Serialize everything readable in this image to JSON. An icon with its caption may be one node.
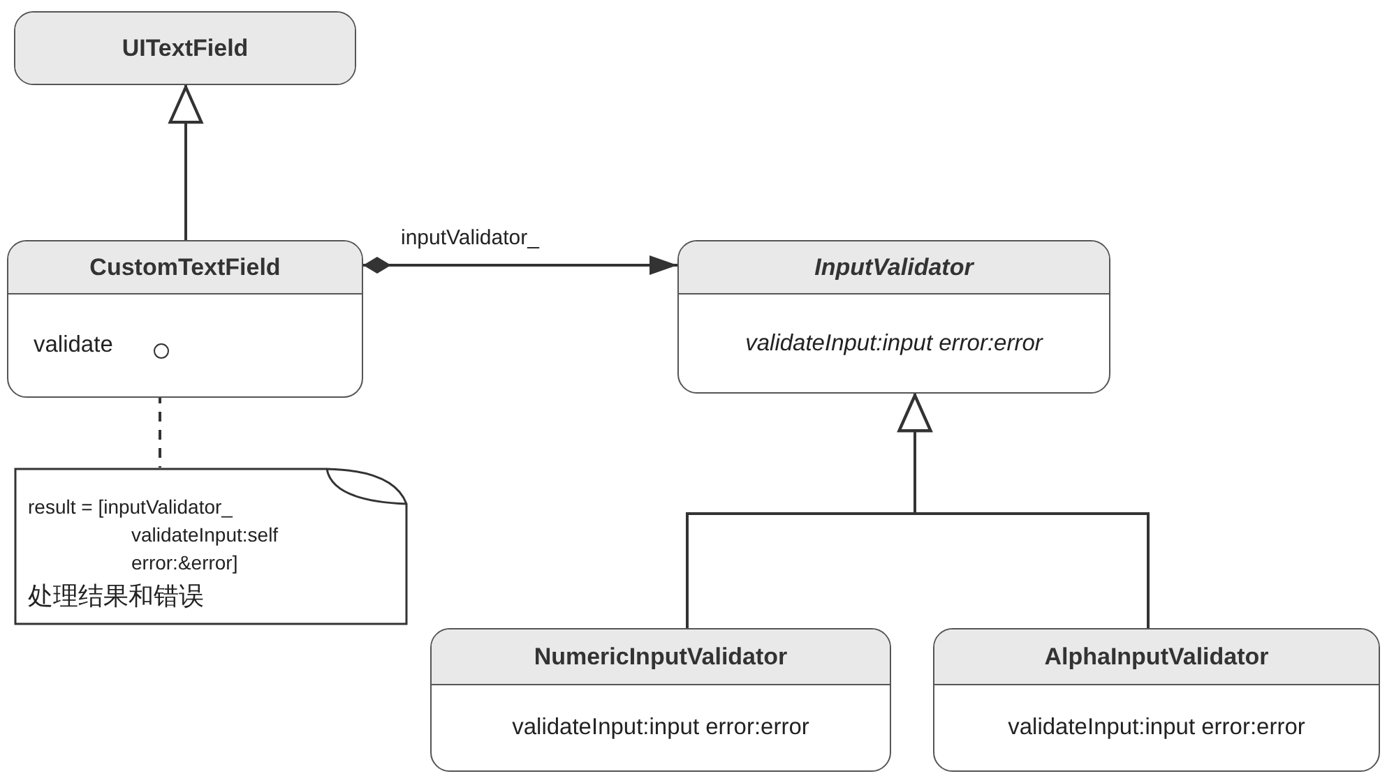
{
  "diagram": {
    "nodes": [
      {
        "text": [
          "UITextField"
        ]
      },
      {
        "text": [
          "CustomTextField",
          "validate"
        ]
      },
      {
        "text": [],
        "shape": "circle",
        "in": 1
      },
      {
        "text": [
          "result = [inputValidator_ validateInput:self error:&error]",
          "处理结果和错误"
        ]
      },
      {
        "text": [
          "InputValidator",
          "validateInput:input error:error"
        ]
      },
      {
        "text": [
          "NumericInputValidator",
          "validateInput:input error:error"
        ]
      },
      {
        "text": [
          "AlphaInputValidator",
          "validateInput:input error:error"
        ]
      }
    ],
    "edges": [
      {
        "from": 1,
        "to": 0,
        "arrow": "to"
      },
      {
        "from": 1,
        "to": 4,
        "arrow": "to",
        "label": "inputValidator_"
      },
      {
        "from": 2,
        "to": 3,
        "arrow": "none",
        "style": "dashed"
      },
      {
        "from": 5,
        "to": 4,
        "arrow": "to"
      },
      {
        "from": 6,
        "to": 4,
        "arrow": "to"
      }
    ]
  }
}
